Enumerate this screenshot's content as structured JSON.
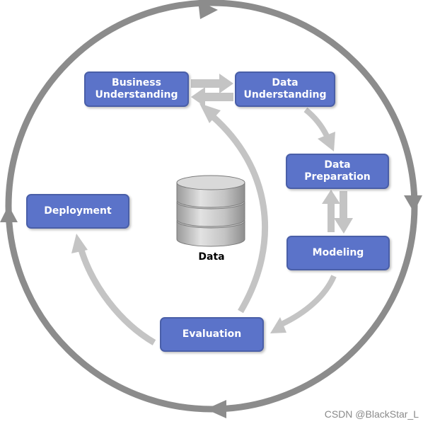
{
  "diagram": {
    "phases": {
      "business_understanding": "Business\nUnderstanding",
      "data_understanding": "Data\nUnderstanding",
      "data_preparation": "Data\nPreparation",
      "modeling": "Modeling",
      "evaluation": "Evaluation",
      "deployment": "Deployment"
    },
    "center_label": "Data"
  },
  "watermark": "CSDN @BlackStar_L",
  "colors": {
    "phase_fill": "#5b73c9",
    "phase_border": "#4a5fa8",
    "outer_cycle": "#8c8c8c",
    "inner_arrows": "#c4c4c4"
  }
}
